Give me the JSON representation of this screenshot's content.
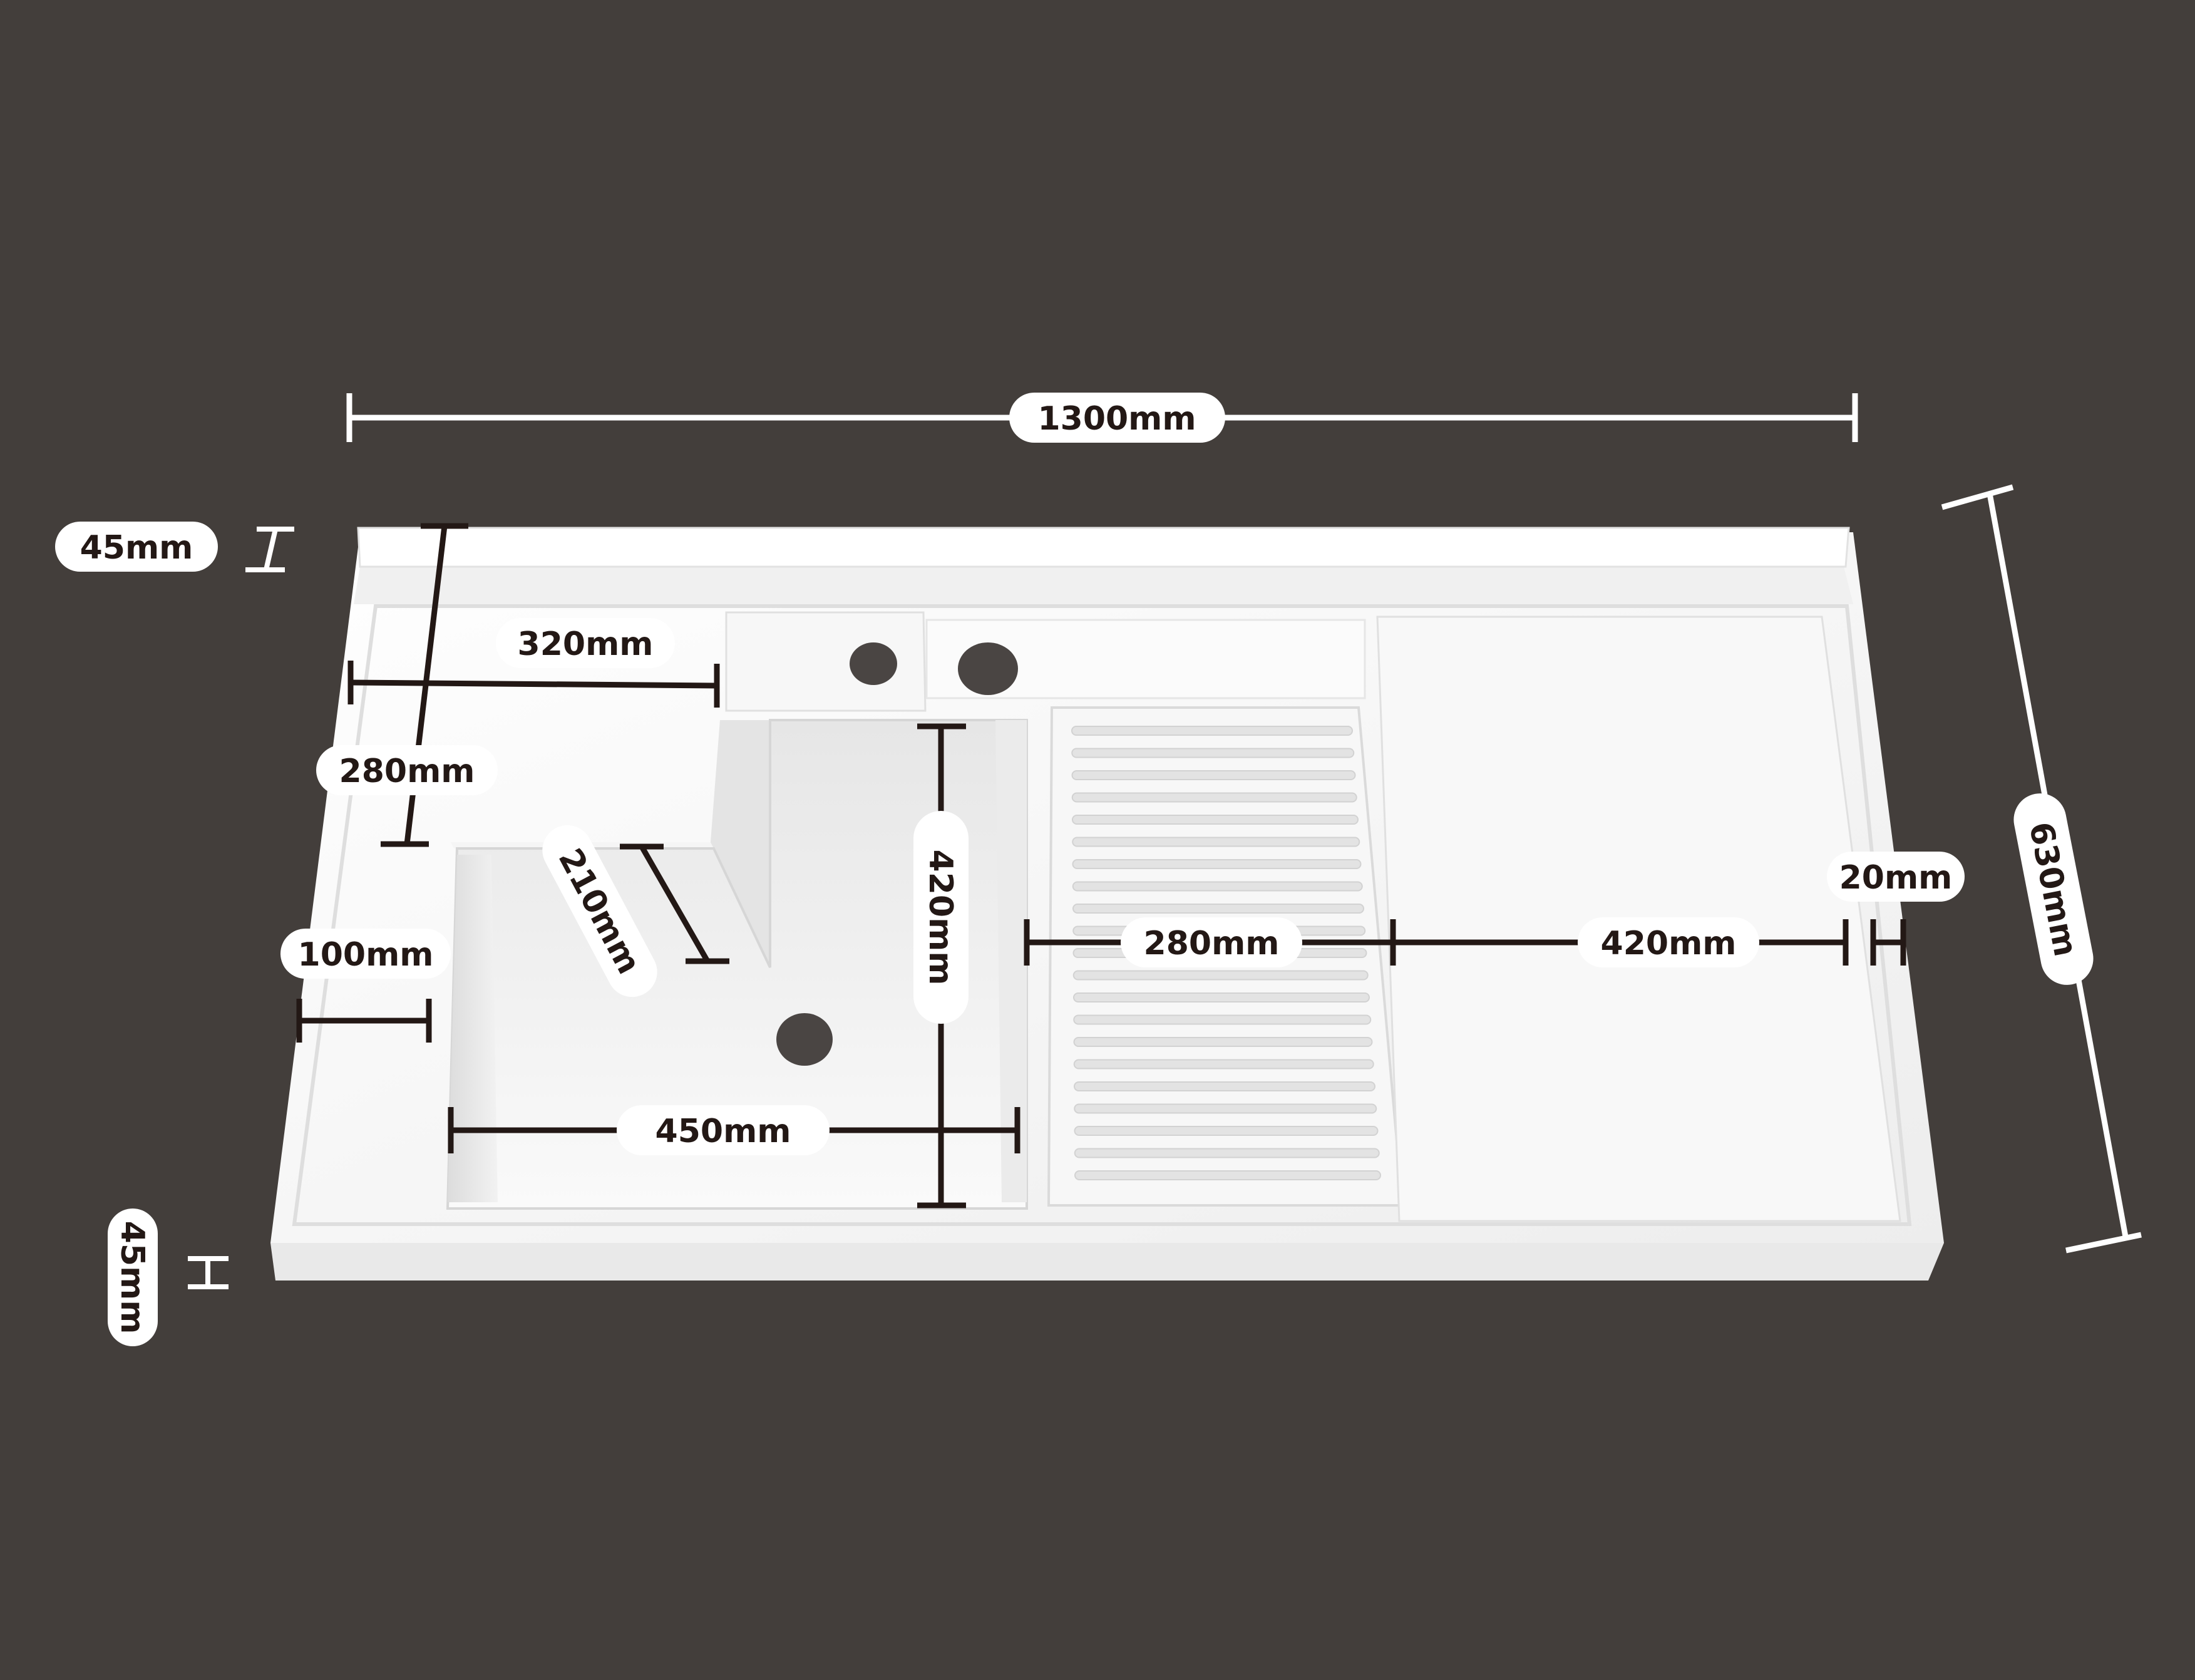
{
  "colors": {
    "background": "#433e3b",
    "sink_body": "#ffffff",
    "sink_shadow": "#d9d9d9",
    "dim_line_light": "#ffffff",
    "dim_line_dark": "#231815",
    "label_pill": "#ffffff",
    "label_text": "#231815"
  },
  "dimensions": {
    "overall_width": "1300mm",
    "overall_depth": "630mm",
    "backsplash_height": "45mm",
    "front_edge_height": "45mm",
    "shelf_width": "320mm",
    "shelf_depth": "280mm",
    "step_depth": "210mm",
    "left_margin": "100mm",
    "basin_depth": "420mm",
    "basin_width": "450mm",
    "washboard_width": "280mm",
    "drainboard_width": "420mm",
    "rim_width": "20mm"
  }
}
